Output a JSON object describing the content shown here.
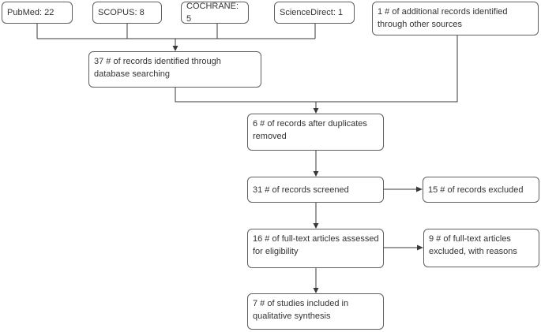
{
  "diagram": {
    "type": "prisma-flowchart",
    "sources": [
      {
        "label": "PubMed: 22"
      },
      {
        "label": "SCOPUS: 8"
      },
      {
        "label": "COCHRANE: 5"
      },
      {
        "label": "ScienceDirect: 1"
      }
    ],
    "nodes": {
      "additional_records": "1 # of additional records identified through other sources",
      "records_identified": "37 # of records identified through database searching",
      "after_duplicates": "6 # of records after duplicates removed",
      "records_screened": "31 # of records screened",
      "records_excluded": "15 # of records excluded",
      "fulltext_assessed": "16 # of full-text articles assessed for eligibility",
      "fulltext_excluded": "9 # of full-text articles excluded, with reasons",
      "studies_included": "7 # of studies included in qualitative synthesis"
    },
    "colors": {
      "box_border": "#5f5f5f",
      "connector": "#3a3a3a",
      "text": "#333333",
      "background": "#ffffff"
    }
  }
}
